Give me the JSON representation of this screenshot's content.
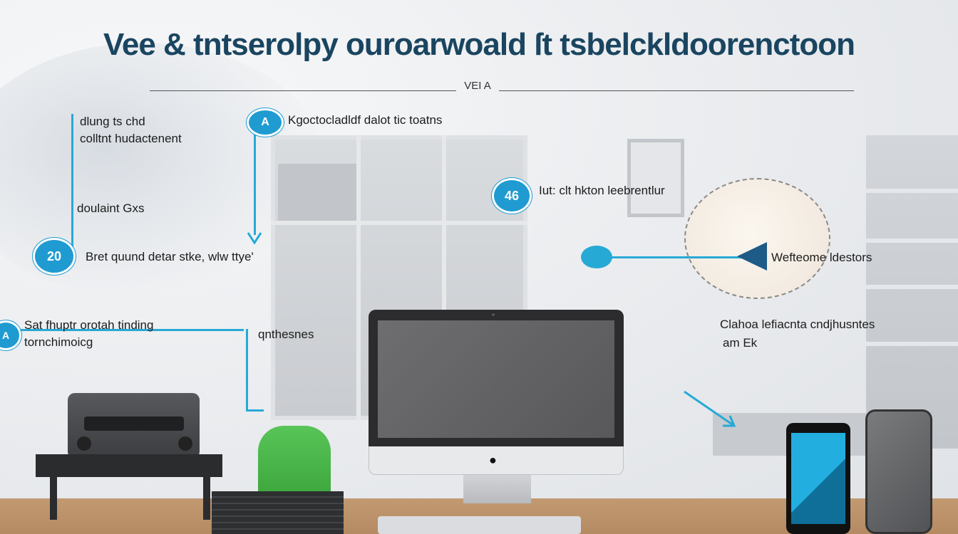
{
  "header": {
    "title": "Vee & tntserolpy ouroarwoald ſt tsbelckldoorenctoon",
    "subtitle": "VEI A"
  },
  "callouts": {
    "top_left_line1": "dlung ts chd",
    "top_left_line2": "colltnt hudactenent",
    "mid_left": "doulaint Gxs",
    "badge_left_value": "20",
    "badge_left_text": "Bret quund detar stke, wlw ttye'",
    "badge_top": "A",
    "badge_top_text": "Kgoctocladldf dalot tic toatns",
    "badge_right_value": "46",
    "badge_right_text": "Iut: clt hkton leebrentlur",
    "right_pointer_text": "Wefteome ldestors",
    "far_left_badge": "A",
    "far_left_line1": "Sat fhuptr orotah tinding",
    "far_left_line2": "tornchimoicg",
    "center_left_text": "qnthesnes",
    "right_block_line1": "Clahoa lefiacnta cndjhusntes",
    "right_block_line2": "am Ek"
  },
  "devices": {
    "monitor_logo": ""
  },
  "colors": {
    "accent": "#27a9d6",
    "badge": "#1f9bd1",
    "title": "#1a4560",
    "chair": "#4cb84c"
  }
}
